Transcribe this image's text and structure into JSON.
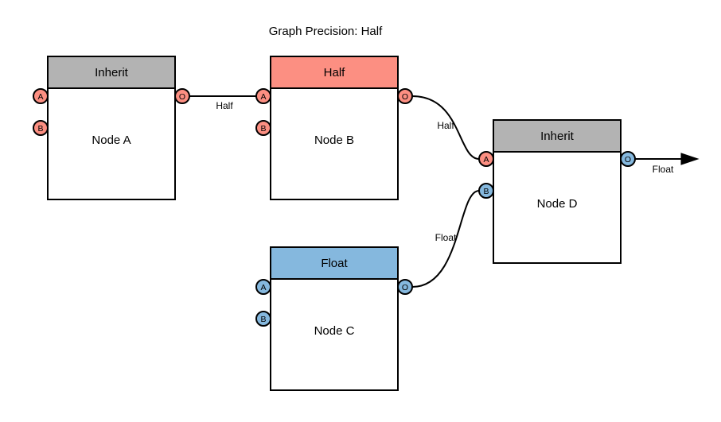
{
  "title": "Graph Precision: Half",
  "colors": {
    "salmon": "#FC8F82",
    "gray": "#B3B3B3",
    "blue": "#85B8DE",
    "node_body": "#FFFFFF",
    "stroke": "#000000",
    "background": "#FFFFFF"
  },
  "nodes": {
    "a": {
      "name": "Node A",
      "header": "Inherit",
      "ports": {
        "a": "A",
        "b": "B",
        "o": "O"
      }
    },
    "b": {
      "name": "Node B",
      "header": "Half",
      "ports": {
        "a": "A",
        "b": "B",
        "o": "O"
      }
    },
    "c": {
      "name": "Node C",
      "header": "Float",
      "ports": {
        "a": "A",
        "b": "B",
        "o": "O"
      }
    },
    "d": {
      "name": "Node D",
      "header": "Inherit",
      "ports": {
        "a": "A",
        "b": "B",
        "o": "O"
      }
    }
  },
  "edges": {
    "a_to_b": {
      "label": "Half"
    },
    "b_to_d": {
      "label": "Half"
    },
    "c_to_d": {
      "label": "Float"
    },
    "d_out": {
      "label": "Float"
    }
  }
}
